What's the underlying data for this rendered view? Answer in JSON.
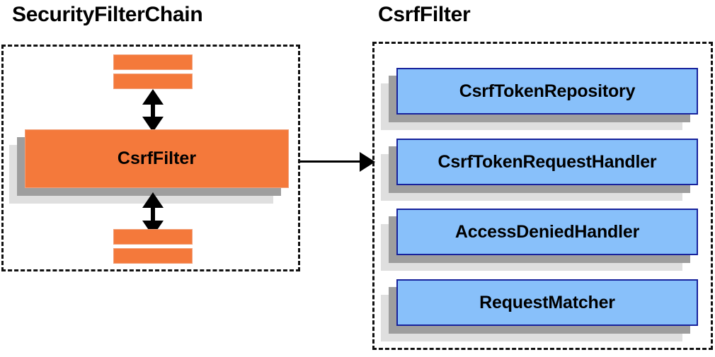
{
  "diagram": {
    "type": "architecture-block-diagram",
    "background_color": "#ffffff",
    "panels": [
      {
        "id": "security-filter-chain",
        "title": "SecurityFilterChain",
        "border_style": "dashed",
        "border_color": "#111111"
      },
      {
        "id": "csrf-filter",
        "title": "CsrfFilter",
        "border_style": "dashed",
        "border_color": "#111111"
      }
    ]
  },
  "left_panel": {
    "title": "SecurityFilterChain",
    "main_box": {
      "label": "CsrfFilter",
      "fill_color": "#f4793b",
      "border_color": "#f0a07a",
      "shadow_near_color": "#9e9e9e",
      "shadow_far_color": "#dfdfdf"
    },
    "top_bars": [
      {
        "label": "",
        "fill_color": "#f4793b"
      },
      {
        "label": "",
        "fill_color": "#f4793b"
      }
    ],
    "bottom_bars": [
      {
        "label": "",
        "fill_color": "#f4793b"
      },
      {
        "label": "",
        "fill_color": "#f4793b"
      }
    ],
    "arrows": [
      {
        "id": "arrow-top",
        "direction": "bidirectional-vertical"
      },
      {
        "id": "arrow-bottom",
        "direction": "bidirectional-vertical"
      }
    ]
  },
  "connector": {
    "id": "chain-to-filter",
    "direction": "right",
    "color": "#000000"
  },
  "right_panel": {
    "title": "CsrfFilter",
    "components": [
      {
        "label": "CsrfTokenRepository",
        "fill_color": "#88c0fa",
        "border_color": "#17229c"
      },
      {
        "label": "CsrfTokenRequestHandler",
        "fill_color": "#88c0fa",
        "border_color": "#17229c"
      },
      {
        "label": "AccessDeniedHandler",
        "fill_color": "#88c0fa",
        "border_color": "#17229c"
      },
      {
        "label": "RequestMatcher",
        "fill_color": "#88c0fa",
        "border_color": "#17229c"
      }
    ]
  }
}
